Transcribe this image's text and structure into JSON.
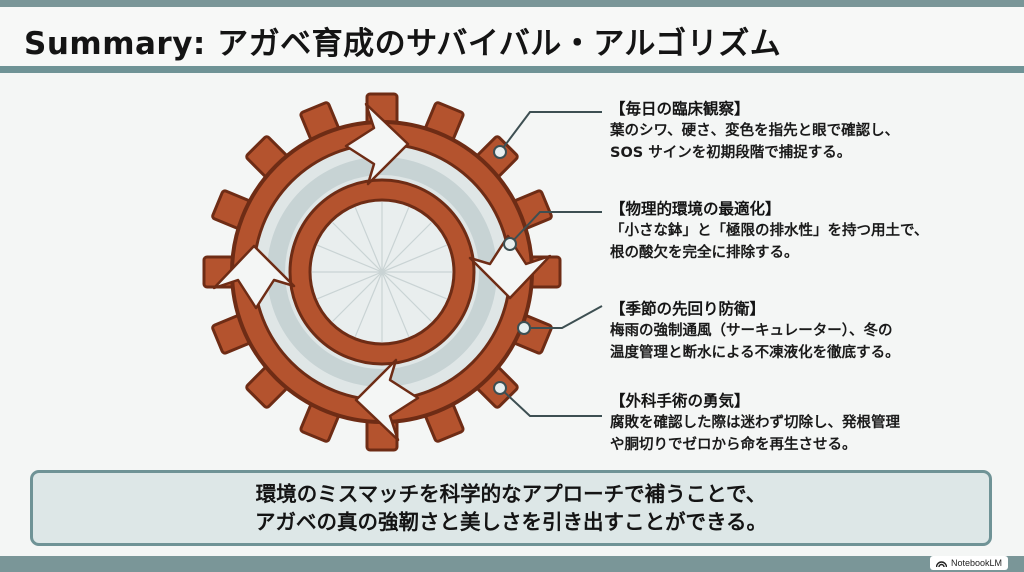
{
  "title": "Summary: アガベ育成のサバイバル・アルゴリズム",
  "items": [
    {
      "heading": "【毎日の臨床観察】",
      "lines": [
        "葉のシワ、硬さ、変色を指先と眼で確認し、",
        "SOS サインを初期段階で捕捉する。"
      ]
    },
    {
      "heading": "【物理的環境の最適化】",
      "lines": [
        "「小さな鉢」と「極限の排水性」を持つ用土で、",
        "根の酸欠を完全に排除する。"
      ]
    },
    {
      "heading": "【季節の先回り防衛】",
      "lines": [
        "梅雨の強制通風（サーキュレーター）、冬の",
        "温度管理と断水による不凍液化を徹底する。"
      ]
    },
    {
      "heading": "【外科手術の勇気】",
      "lines": [
        "腐敗を確認した際は迷わず切除し、発根管理",
        "や胴切りでゼロから命を再生させる。"
      ]
    }
  ],
  "conclusion": {
    "line1": "環境のミスマッチを科学的なアプローチで補うことで、",
    "line2": "アガベの真の強靭さと美しさを引き出すことができる。"
  },
  "badge": {
    "label": "NotebookLM",
    "icon": "notebook-icon"
  },
  "icons": {
    "gear": "gear-icon",
    "cycle": "cycle-arrows-icon"
  },
  "colors": {
    "rust": "#b4532e",
    "rust_dark": "#6e2c15",
    "teal": "#6f9396",
    "panel": "#dde7e7"
  }
}
